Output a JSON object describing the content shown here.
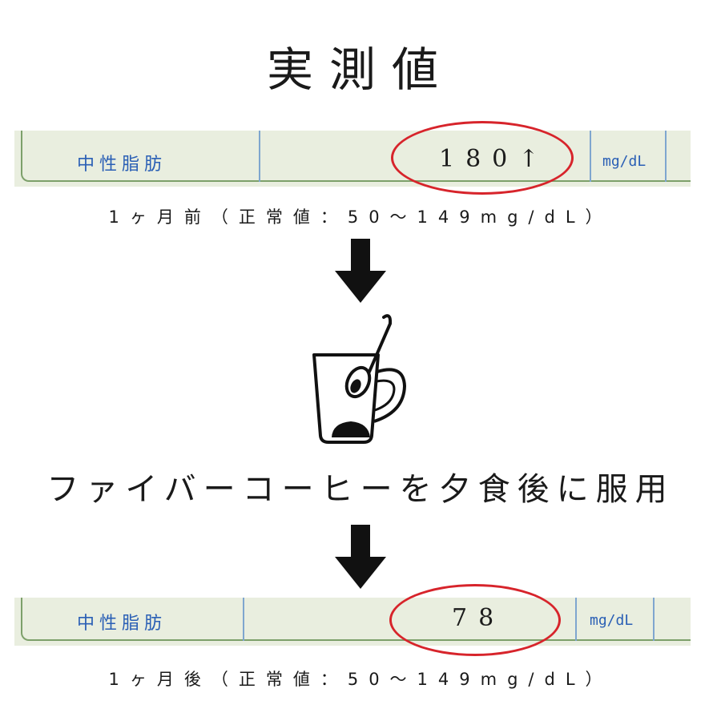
{
  "title": "実測値",
  "before": {
    "item": "中性脂肪",
    "value": "180↑",
    "unit": "mg/dL",
    "caption": "1ヶ月前（正常値：50〜149mg/dL）"
  },
  "step": "ファイバーコーヒーを夕食後に服用",
  "after": {
    "item": "中性脂肪",
    "value": "78",
    "unit": "mg/dL",
    "caption": "1ヶ月後（正常値：50〜149mg/dL）"
  },
  "icons": {
    "arrow": "down-arrow-icon",
    "cup": "coffee-cup-with-spoon-icon"
  },
  "colors": {
    "highlight": "#d7242b",
    "label_blue": "#2a5fb5",
    "strip_bg": "#e9eedf"
  }
}
